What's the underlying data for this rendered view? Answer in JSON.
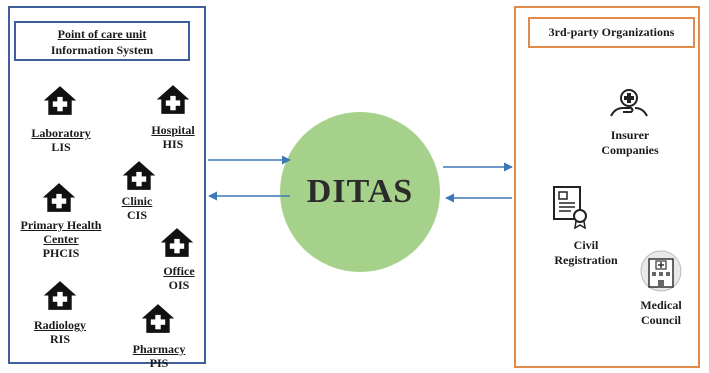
{
  "left_panel": {
    "title_line1": "Point of care unit",
    "title_line2": "Information System",
    "units": [
      {
        "name": "Laboratory",
        "code": "LIS"
      },
      {
        "name": "Hospital",
        "code": "HIS"
      },
      {
        "name": "Clinic",
        "code": "CIS"
      },
      {
        "name": "Primary Health Center",
        "code": "PHCIS"
      },
      {
        "name": "Office",
        "code": "OIS"
      },
      {
        "name": "Radiology",
        "code": "RIS"
      },
      {
        "name": "Pharmacy",
        "code": "PIS"
      }
    ]
  },
  "center": {
    "label": "DITAS"
  },
  "right_panel": {
    "title": "3rd-party Organizations",
    "orgs": [
      {
        "line1": "Insurer",
        "line2": "Companies"
      },
      {
        "line1": "Civil",
        "line2": "Registration"
      },
      {
        "line1": "Medical",
        "line2": "Council"
      }
    ]
  },
  "icons": {
    "unit": "hospital-house-icon",
    "insurer": "insurance-hands-icon",
    "civil": "certificate-icon",
    "council": "building-icon"
  },
  "colors": {
    "left_border": "#3e5f9c",
    "right_border": "#e28a49",
    "circle": "#a6d18a",
    "arrow": "#3d78b8"
  }
}
